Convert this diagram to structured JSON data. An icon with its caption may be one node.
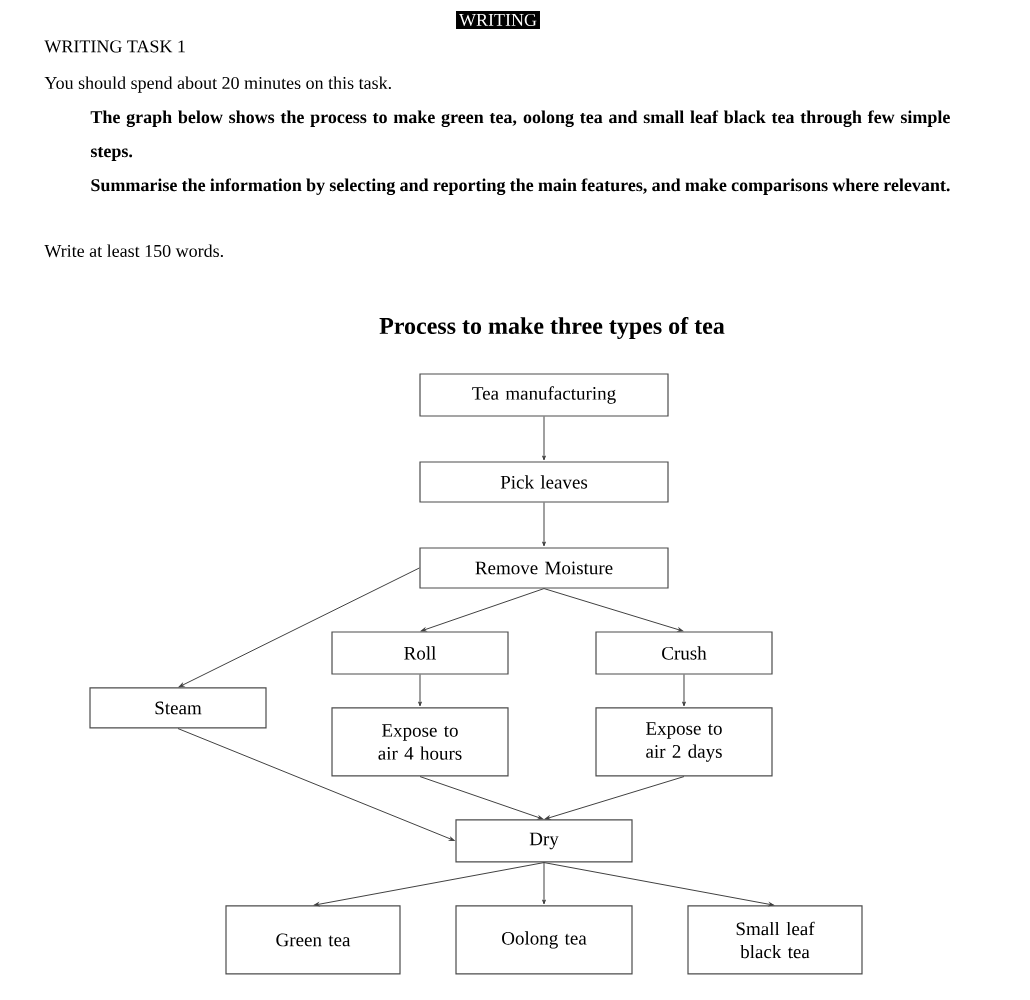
{
  "diagram": {
    "title": "Process to make three types of tea",
    "nodes": [
      {
        "text": [
          "Tea manufacturing"
        ]
      },
      {
        "text": [
          "Pick leaves"
        ]
      },
      {
        "text": [
          "Remove Moisture"
        ]
      },
      {
        "text": [
          "Steam"
        ]
      },
      {
        "text": [
          "Roll"
        ]
      },
      {
        "text": [
          "Crush"
        ]
      },
      {
        "text": [
          "Expose to air 4 hours"
        ]
      },
      {
        "text": [
          "Expose to air 2 days"
        ]
      },
      {
        "text": [
          "Dry"
        ]
      },
      {
        "text": [
          "Green tea"
        ]
      },
      {
        "text": [
          "Oolong tea"
        ]
      },
      {
        "text": [
          "Small leaf black tea"
        ]
      }
    ],
    "edges": [
      {
        "from": 0,
        "to": 1,
        "arrow": "to"
      },
      {
        "from": 1,
        "to": 2,
        "arrow": "to"
      },
      {
        "from": 2,
        "to": 3,
        "arrow": "to"
      },
      {
        "from": 2,
        "to": 4,
        "arrow": "to"
      },
      {
        "from": 2,
        "to": 5,
        "arrow": "to"
      },
      {
        "from": 4,
        "to": 6,
        "arrow": "to"
      },
      {
        "from": 5,
        "to": 7,
        "arrow": "to"
      },
      {
        "from": 3,
        "to": 8,
        "arrow": "to"
      },
      {
        "from": 6,
        "to": 8,
        "arrow": "to"
      },
      {
        "from": 7,
        "to": 8,
        "arrow": "to"
      },
      {
        "from": 8,
        "to": 9,
        "arrow": "to"
      },
      {
        "from": 8,
        "to": 10,
        "arrow": "to"
      },
      {
        "from": 8,
        "to": 11,
        "arrow": "to"
      }
    ],
    "labels": [
      "WRITING",
      "WRITING TASK 1",
      "You should spend about 20 minutes on this task.",
      "The graph below shows the process to make green tea, oolong tea and small leaf black tea through few simple steps.",
      "Summarise the information by selecting and reporting the main features, and make comparisons where relevant.",
      "Write at least 150 words."
    ]
  }
}
